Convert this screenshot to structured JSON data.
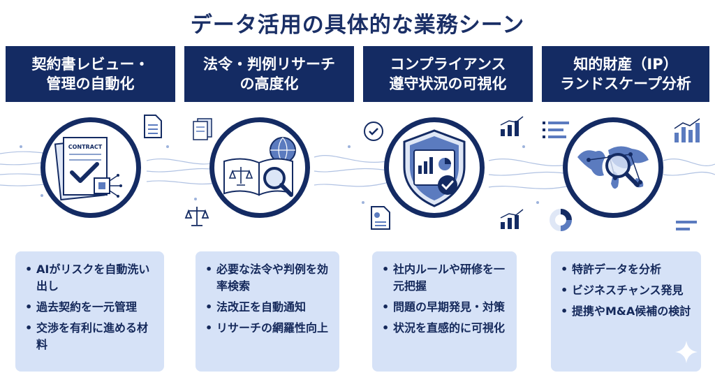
{
  "title": "データ活用の具体的な業務シーン",
  "columns": [
    {
      "header_lines": [
        "契約書レビュー・",
        "管理の自動化"
      ],
      "icon": "contract-document-icon",
      "icon_text": "CONTRACT",
      "bullets": [
        "AIがリスクを自動洗い出し",
        "過去契約を一元管理",
        "交渉を有利に進める材料"
      ]
    },
    {
      "header_lines": [
        "法令・判例リサーチ",
        "の高度化"
      ],
      "icon": "law-book-magnifier-icon",
      "bullets": [
        "必要な法令や判例を効率検索",
        "法改正を自動通知",
        "リサーチの網羅性向上"
      ]
    },
    {
      "header_lines": [
        "コンプライアンス",
        "遵守状況の可視化"
      ],
      "icon": "shield-dashboard-icon",
      "bullets": [
        "社内ルールや研修を一元把握",
        "問題の早期発見・対策",
        "状況を直感的に可視化"
      ]
    },
    {
      "header_lines": [
        "知的財産（IP）",
        "ランドスケープ分析"
      ],
      "icon": "world-map-magnifier-icon",
      "bullets": [
        "特許データを分析",
        "ビジネスチャンス発見",
        "提携やM&A候補の検討"
      ]
    }
  ],
  "colors": {
    "navy": "#142b63",
    "card": "#d6e2f7",
    "accent": "#5b7bbf"
  }
}
